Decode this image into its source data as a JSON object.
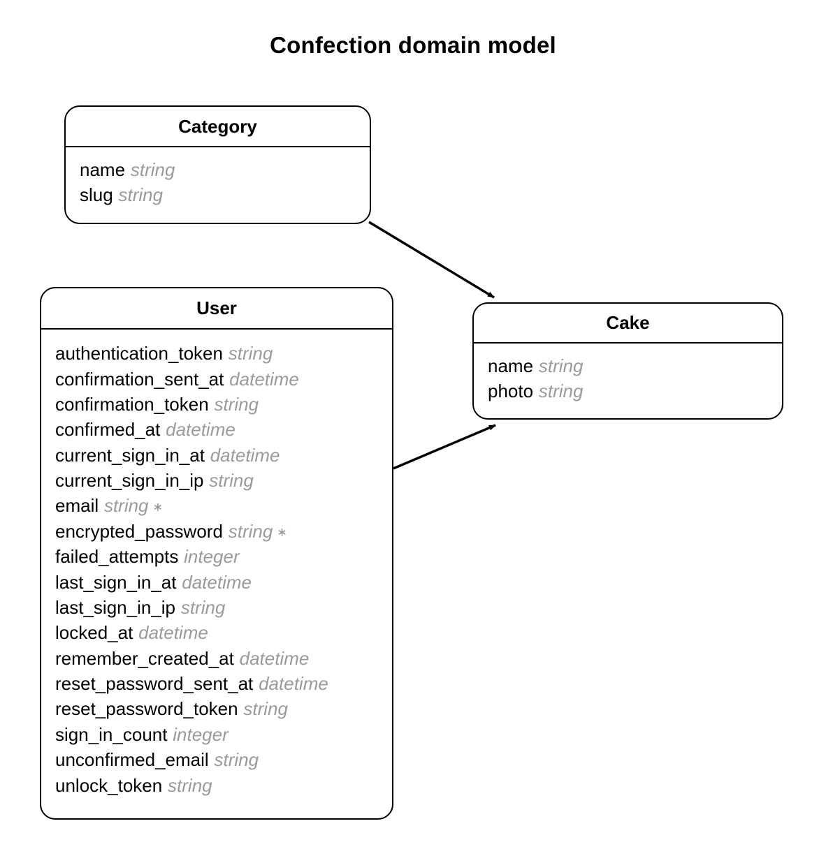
{
  "title": "Confection domain model",
  "colors": {
    "background": "#ffffff",
    "stroke": "#000000",
    "attribute_name": "#000000",
    "attribute_type": "#9a9a9a",
    "required_marker": "#8f8f8f"
  },
  "entities": [
    {
      "id": "category",
      "name": "Category",
      "attributes": [
        {
          "name": "name",
          "type": "string",
          "required": ""
        },
        {
          "name": "slug",
          "type": "string",
          "required": ""
        }
      ]
    },
    {
      "id": "user",
      "name": "User",
      "attributes": [
        {
          "name": "authentication_token",
          "type": "string",
          "required": ""
        },
        {
          "name": "confirmation_sent_at",
          "type": "datetime",
          "required": ""
        },
        {
          "name": "confirmation_token",
          "type": "string",
          "required": ""
        },
        {
          "name": "confirmed_at",
          "type": "datetime",
          "required": ""
        },
        {
          "name": "current_sign_in_at",
          "type": "datetime",
          "required": ""
        },
        {
          "name": "current_sign_in_ip",
          "type": "string",
          "required": ""
        },
        {
          "name": "email",
          "type": "string",
          "required": "∗"
        },
        {
          "name": "encrypted_password",
          "type": "string",
          "required": "∗"
        },
        {
          "name": "failed_attempts",
          "type": "integer",
          "required": ""
        },
        {
          "name": "last_sign_in_at",
          "type": "datetime",
          "required": ""
        },
        {
          "name": "last_sign_in_ip",
          "type": "string",
          "required": ""
        },
        {
          "name": "locked_at",
          "type": "datetime",
          "required": ""
        },
        {
          "name": "remember_created_at",
          "type": "datetime",
          "required": ""
        },
        {
          "name": "reset_password_sent_at",
          "type": "datetime",
          "required": ""
        },
        {
          "name": "reset_password_token",
          "type": "string",
          "required": ""
        },
        {
          "name": "sign_in_count",
          "type": "integer",
          "required": ""
        },
        {
          "name": "unconfirmed_email",
          "type": "string",
          "required": ""
        },
        {
          "name": "unlock_token",
          "type": "string",
          "required": ""
        }
      ]
    },
    {
      "id": "cake",
      "name": "Cake",
      "attributes": [
        {
          "name": "name",
          "type": "string",
          "required": ""
        },
        {
          "name": "photo",
          "type": "string",
          "required": ""
        }
      ]
    }
  ],
  "relationships": [
    {
      "id": "category-to-cake",
      "from": "Category",
      "to": "Cake",
      "arrow": "filled-triangle"
    },
    {
      "id": "user-to-cake",
      "from": "User",
      "to": "Cake",
      "arrow": "filled-triangle"
    }
  ]
}
